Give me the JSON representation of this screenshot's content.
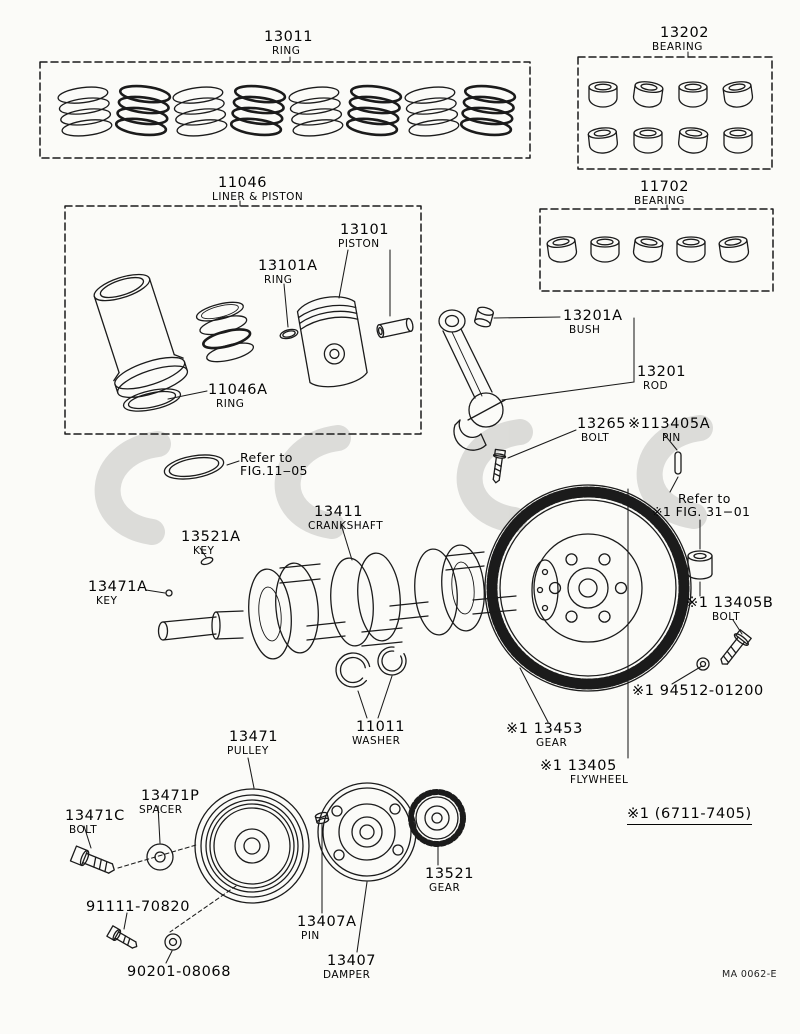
{
  "meta": {
    "doc_code": "MA 0062-E",
    "footnote": "※1 (6711-7405)"
  },
  "boxes": {
    "rings": {
      "num": "13011",
      "name": "RING"
    },
    "bearings_upper": {
      "num": "13202",
      "name": "BEARING"
    },
    "liner_piston": {
      "num": "11046",
      "name": "LINER & PISTON"
    },
    "bearings_lower": {
      "num": "11702",
      "name": "BEARING"
    }
  },
  "labels": {
    "piston": {
      "num": "13101",
      "name": "PISTON"
    },
    "piston_ring": {
      "num": "13101A",
      "name": "RING"
    },
    "liner_ring": {
      "num": "11046A",
      "name": "RING"
    },
    "bush": {
      "num": "13201A",
      "name": "BUSH"
    },
    "rod": {
      "num": "13201",
      "name": "ROD"
    },
    "rod_bolt": {
      "num": "13265",
      "name": "BOLT"
    },
    "rod_pin": {
      "num": "※113405A",
      "name": "PIN"
    },
    "crankshaft": {
      "num": "13411",
      "name": "CRANKSHAFT"
    },
    "key_upper": {
      "num": "13521A",
      "name": "KEY"
    },
    "key_lower": {
      "num": "13471A",
      "name": "KEY"
    },
    "flywheel_bolt": {
      "num": "※1 13405B",
      "name": "BOLT"
    },
    "flywheel_washer": {
      "num": "※1 94512-01200",
      "name": ""
    },
    "ring_gear": {
      "num": "※1 13453",
      "name": "GEAR"
    },
    "flywheel": {
      "num": "※1 13405",
      "name": "FLYWHEEL"
    },
    "washer": {
      "num": "11011",
      "name": "WASHER"
    },
    "pulley": {
      "num": "13471",
      "name": "PULLEY"
    },
    "spacer": {
      "num": "13471P",
      "name": "SPACER"
    },
    "pulley_bolt": {
      "num": "13471C",
      "name": "BOLT"
    },
    "bolt_91111": {
      "num": "91111-70820",
      "name": ""
    },
    "washer_90201": {
      "num": "90201-08068",
      "name": ""
    },
    "damper_pin": {
      "num": "13407A",
      "name": "PIN"
    },
    "damper": {
      "num": "13407",
      "name": "DAMPER"
    },
    "gear": {
      "num": "13521",
      "name": "GEAR"
    }
  },
  "notes": {
    "refer_11_05": {
      "line1": "Refer to",
      "line2": "FIG.11‒05"
    },
    "refer_31_01": {
      "line1": "Refer to",
      "line2": "※1  FIG. 31−01"
    }
  }
}
